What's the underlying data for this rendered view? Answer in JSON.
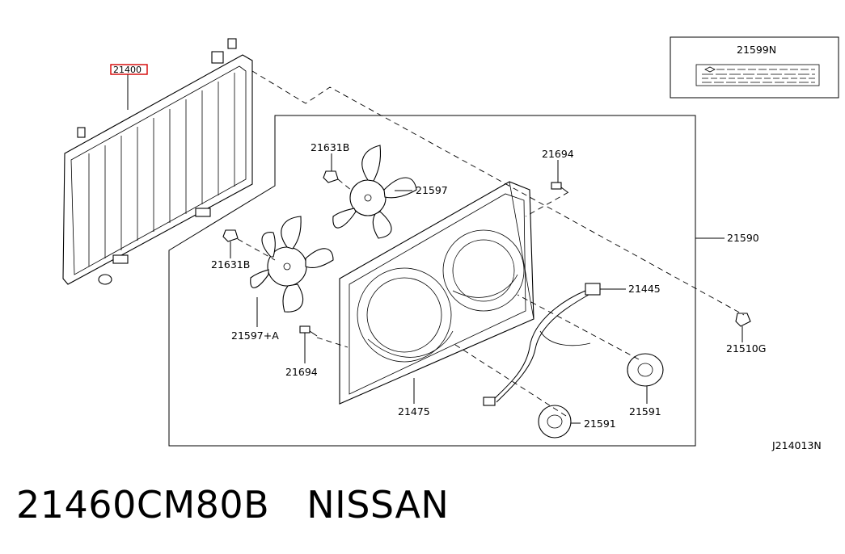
{
  "labels": {
    "radiator": "21400",
    "label_sticker": "21599N",
    "fan_nut_upper": "21631B",
    "fan_upper": "21597",
    "bolt_upper": "21694",
    "shroud_assembly": "21590",
    "fan_nut_lower": "21631B",
    "fan_lower": "21597+A",
    "harness": "21445",
    "bolt_lower": "21694",
    "clip": "21510G",
    "motor_right": "21591",
    "shroud": "21475",
    "motor_lower": "21591",
    "diagram_code": "J214013N"
  },
  "title": {
    "part_number": "21460CM80B",
    "brand": "NISSAN"
  },
  "colors": {
    "highlight": "#d40000",
    "line": "#000000"
  }
}
